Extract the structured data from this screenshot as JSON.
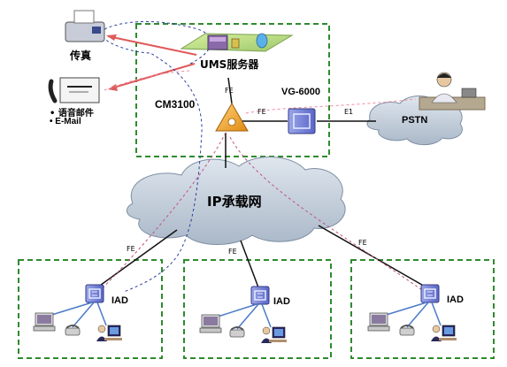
{
  "labels": {
    "fax": "传真",
    "voicemail": "• 语音邮件",
    "email": "• E-Mail",
    "ums": "UMS服务器",
    "cm": "CM3100",
    "vg": "VG-6000",
    "pstn": "PSTN",
    "ip_net": "IP承载网",
    "fe": "FE",
    "e1": "E1",
    "iad": "IAD"
  },
  "colors": {
    "dashed_box": "#2e8b2e",
    "cloud_fill": "#c3cedb",
    "cloud_stroke": "#7f8fa3",
    "signal_red": "#e05a5a",
    "signal_blue": "#2b3f9e",
    "signal_pink": "#f08aa0",
    "triangle": "#f0a020"
  }
}
